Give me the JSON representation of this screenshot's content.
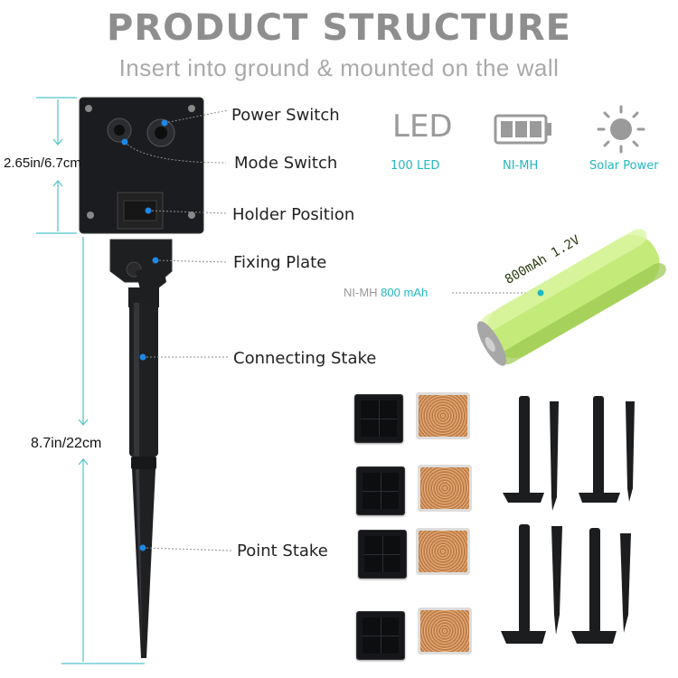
{
  "header": {
    "title": "PRODUCT STRUCTURE",
    "subtitle": "Insert into ground & mounted on the wall"
  },
  "parts": [
    {
      "id": "power",
      "label": "Power Switch"
    },
    {
      "id": "mode",
      "label": "Mode Switch"
    },
    {
      "id": "holder",
      "label": "Holder Position"
    },
    {
      "id": "plate",
      "label": "Fixing Plate"
    },
    {
      "id": "connect",
      "label": "Connecting Stake"
    },
    {
      "id": "point",
      "label": "Point Stake"
    }
  ],
  "dimensions": {
    "box": "2.65in/6.7cm",
    "stake": "8.7in/22cm"
  },
  "features": [
    {
      "id": "led",
      "big": "LED",
      "label": "100 LED",
      "icon": "led-text-icon"
    },
    {
      "id": "battery",
      "label": "NI-MH",
      "icon": "battery-icon"
    },
    {
      "id": "solar",
      "label": "Solar Power",
      "icon": "sun-icon"
    }
  ],
  "battery": {
    "type": "NI-MH",
    "capacity": "800 mAh",
    "print": "800mAh 1.2V"
  },
  "colors": {
    "accent": "#22b8c0",
    "title": "#8e8e8e",
    "battery": "#b9e36a"
  }
}
